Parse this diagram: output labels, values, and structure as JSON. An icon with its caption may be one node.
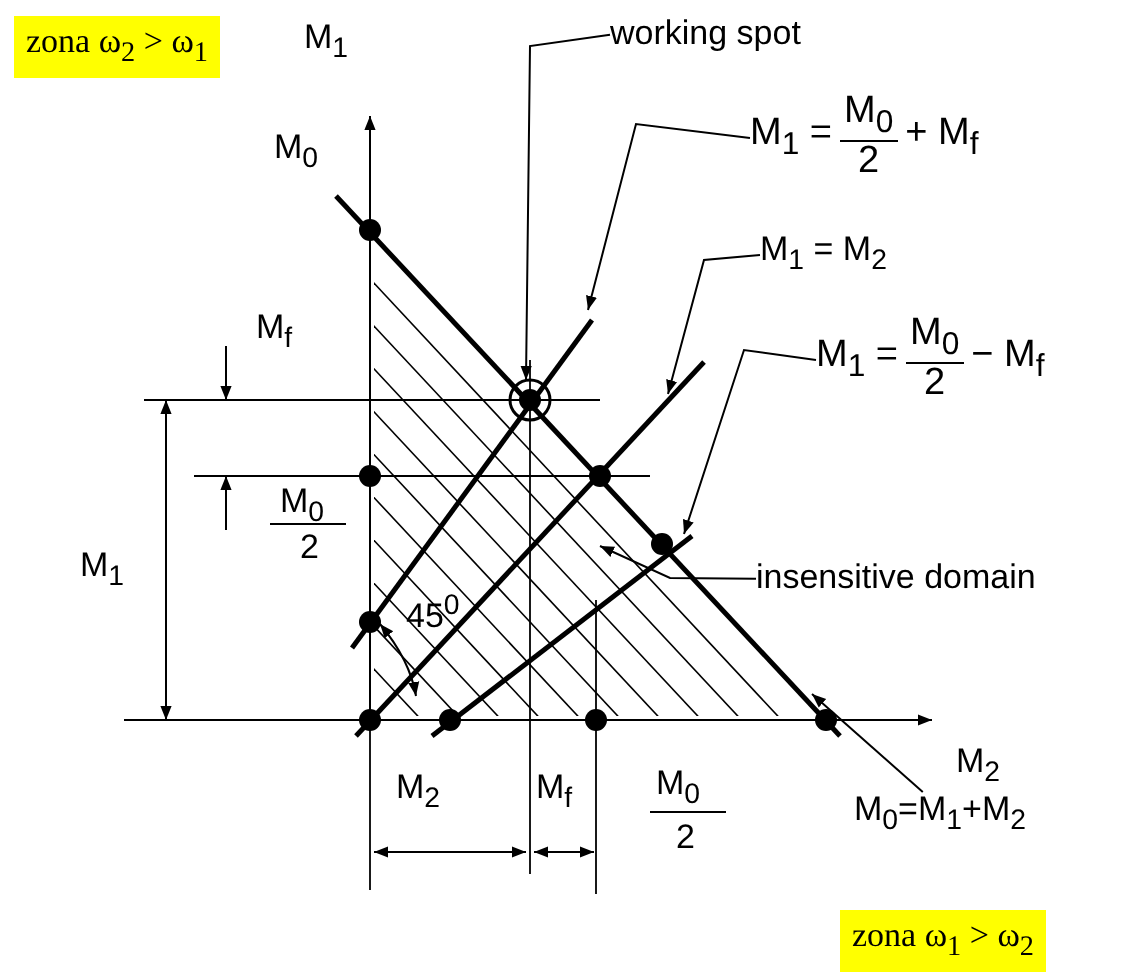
{
  "diagram": {
    "nodes": [
      {
        "text": [
          "zona ω$_{2}$ > ω$_{1}$"
        ]
      },
      {
        "text": [
          "working spot"
        ]
      },
      {
        "text": [
          "M$_{1}$ =",
          "M$_{0}$",
          "2",
          "+ M$_{f}$"
        ]
      },
      {
        "text": [
          "M$_{1}$ = M$_{2}$"
        ]
      },
      {
        "text": [
          "M$_{1}$ =",
          "M$_{0}$",
          "2",
          "− M$_{f}$"
        ]
      },
      {
        "text": [
          "insensitive domain"
        ]
      },
      {
        "text": [
          "M$_{0}$=M$_{1}$+M$_{2}$"
        ]
      },
      {
        "text": [
          "zona ω$_{1}$ > ω$_{2}$"
        ]
      },
      {
        "text": [],
        "shape": "circle"
      }
    ],
    "edges": [
      {
        "from": 1,
        "to": 8,
        "arrow": "to"
      },
      {
        "from": 2,
        "to": null,
        "arrow": "to"
      },
      {
        "from": 3,
        "to": null,
        "arrow": "to"
      },
      {
        "from": 4,
        "to": null,
        "arrow": "to"
      },
      {
        "from": 5,
        "to": null,
        "arrow": "to"
      },
      {
        "from": 6,
        "to": null,
        "arrow": "to"
      }
    ],
    "labels": [
      "M$_{1}$",
      "M$_{0}$",
      "M$_{f}$",
      "M$_{0}$",
      "2",
      "M$_{1}$",
      "45$^{0}$",
      "M$_{2}$",
      "M$_{2}$",
      "M$_{f}$",
      "M$_{0}$",
      "2"
    ]
  }
}
